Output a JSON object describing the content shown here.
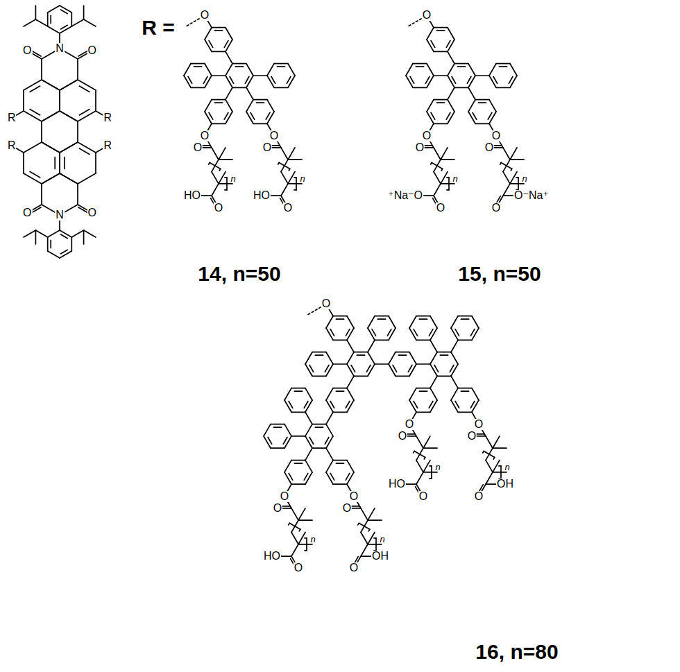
{
  "diagram": {
    "labels": [
      "O",
      "N",
      "O",
      "R",
      "R",
      "R",
      "R",
      "O",
      "N",
      "O",
      "R =",
      "O",
      "O",
      "O",
      "O",
      "HO",
      "n",
      "O",
      "O",
      "O",
      "HO",
      "n",
      "14, n=50",
      "O",
      "O",
      "O",
      "O",
      "⁺Na⁻O",
      "n",
      "O",
      "O",
      "O",
      "O⁻Na⁺",
      "n",
      "15, n=50",
      "O",
      "O",
      "O",
      "O",
      "HO",
      "n",
      "O",
      "O",
      "O",
      "OH",
      "n",
      "O",
      "O",
      "O",
      "HO",
      "n",
      "O",
      "O",
      "O",
      "OH",
      "n",
      "16, n=80"
    ]
  }
}
